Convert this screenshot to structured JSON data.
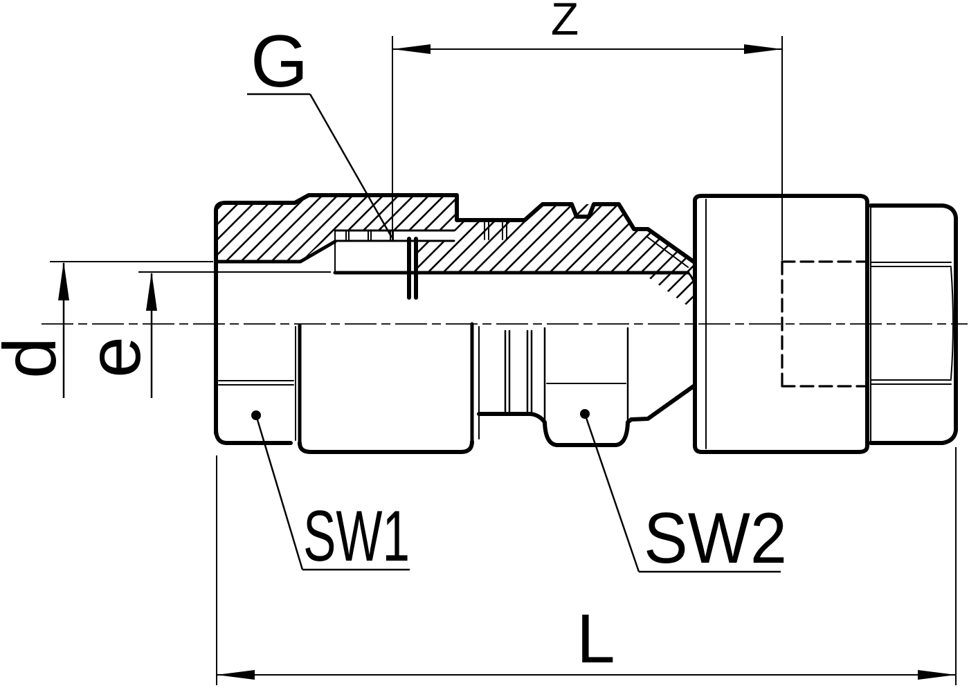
{
  "drawing": {
    "background_color": "#ffffff",
    "line_color": "#000000"
  },
  "labels": {
    "z": "Z",
    "g": "G",
    "d": "d",
    "e": "e",
    "sw1": "SW1",
    "sw2": "SW2",
    "l": "L"
  }
}
